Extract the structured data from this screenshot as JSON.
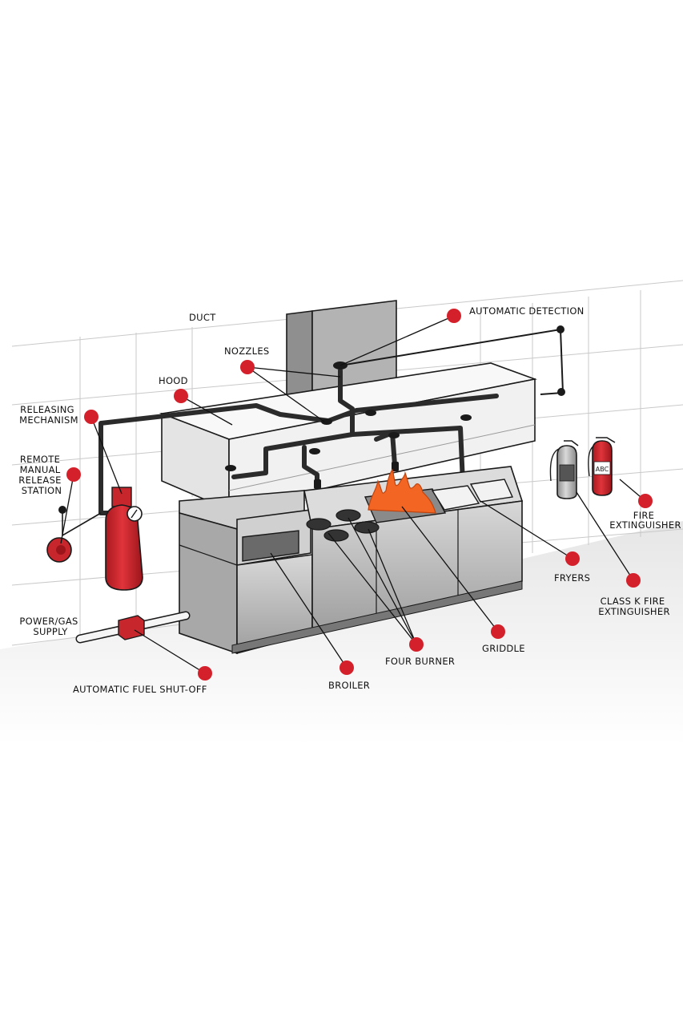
{
  "colors": {
    "marker": "#d4202a",
    "flame": "#f26522",
    "steel": "#b9b9b9",
    "cylinder": "#c8262d",
    "pipe": "#2b2b2b"
  },
  "labels": {
    "duct": "DUCT",
    "automatic_detection": "AUTOMATIC DETECTION",
    "nozzles": "NOZZLES",
    "hood": "HOOD",
    "releasing_mechanism": [
      "RELEASING",
      "MECHANISM"
    ],
    "remote_manual_release_station": [
      "REMOTE",
      "MANUAL",
      "RELEASE",
      "STATION"
    ],
    "fire_extinguisher": [
      "FIRE",
      "EXTINGUISHER"
    ],
    "fryers": "FRYERS",
    "class_k_fire_extinguisher": [
      "CLASS K FIRE",
      "EXTINGUISHER"
    ],
    "power_gas_supply": [
      "POWER/GAS",
      "SUPPLY"
    ],
    "griddle": "GRIDDLE",
    "four_burner": "FOUR BURNER",
    "automatic_fuel_shutoff": "AUTOMATIC FUEL SHUT-OFF",
    "broiler": "BROILER",
    "abc_badge": "ABC"
  }
}
